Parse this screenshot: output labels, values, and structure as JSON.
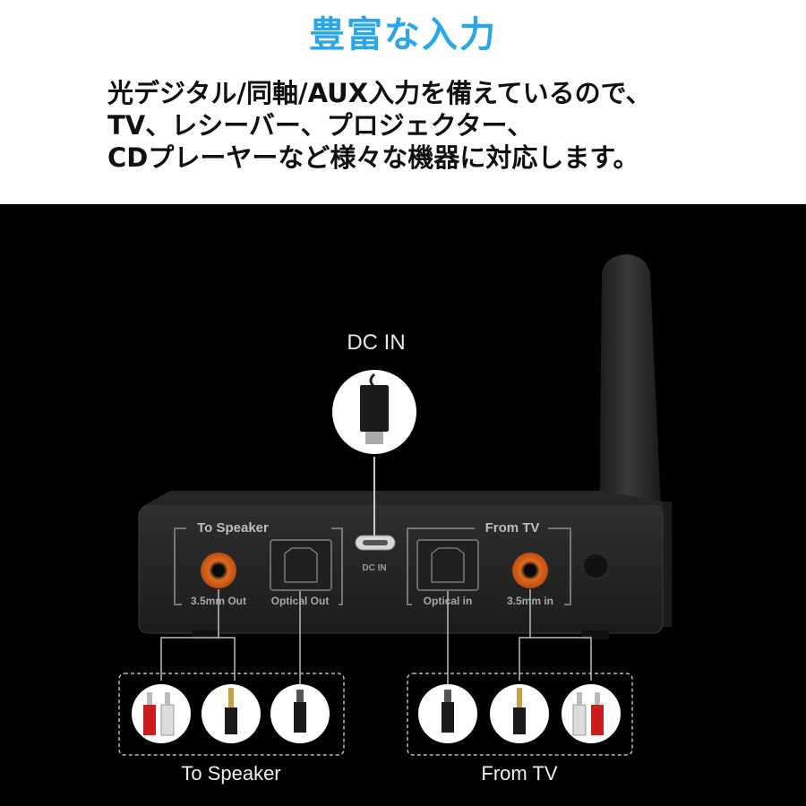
{
  "header": {
    "title": "豊富な入力",
    "description_lines": [
      "光デジタル/同軸/AUX入力を備えているので、",
      "TV、レシーバー、プロジェクター、",
      "CDプレーヤーなど様々な機器に対応します。"
    ]
  },
  "product": {
    "dc_in_callout": "DC IN",
    "dc_in_port_label": "DC IN",
    "left_group_label": "To Speaker",
    "right_group_label": "From TV",
    "port_35mm_out": "3.5mm Out",
    "port_optical_out": "Optical Out",
    "port_optical_in": "Optical in",
    "port_35mm_in": "3.5mm in"
  },
  "cables": {
    "left_caption": "To Speaker",
    "right_caption": "From TV"
  },
  "colors": {
    "title_blue": "#2aa6ea",
    "port_orange": "#e46a1b",
    "background": "#000000"
  }
}
